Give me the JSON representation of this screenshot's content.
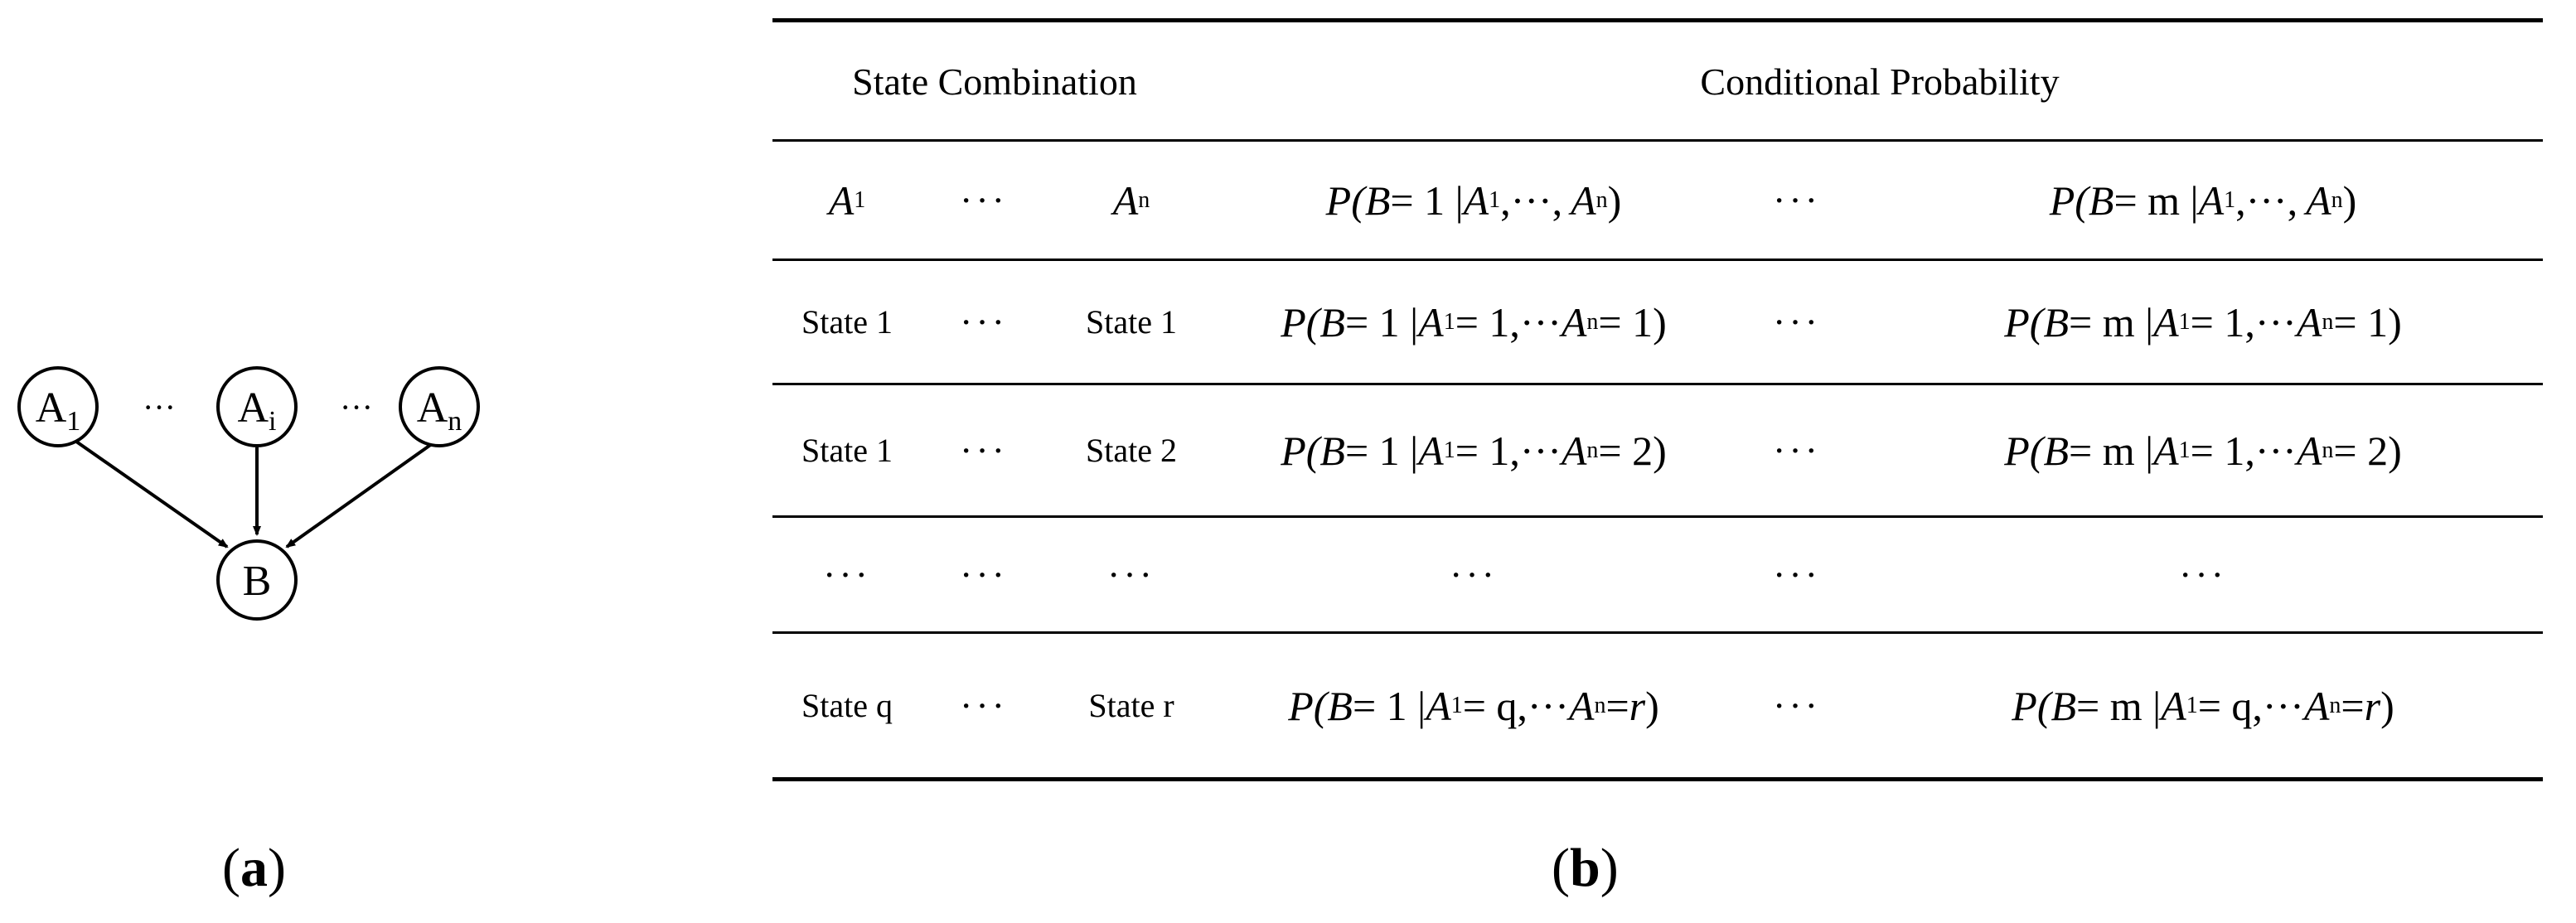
{
  "panel_a": {
    "caption": "a",
    "nodes": {
      "a1": {
        "letter": "A",
        "sub": "1"
      },
      "ai": {
        "letter": "A",
        "sub": "i"
      },
      "an": {
        "letter": "A",
        "sub": "n"
      },
      "b": {
        "letter": "B"
      }
    },
    "ellipsis": "···"
  },
  "panel_b": {
    "caption": "b",
    "header": {
      "state_combination": "State Combination",
      "conditional_probability": "Conditional Probability"
    },
    "ellipsis": "···",
    "var_row": {
      "c1": {
        "var": "A",
        "sub": "1"
      },
      "c3": {
        "var": "A",
        "sub": "n"
      },
      "p1": {
        "pre": "P(",
        "b": "B",
        "eq": " = 1 | ",
        "a1": "A",
        "s1": "1",
        "mid": ",···,",
        "an": "A",
        "sn": "n",
        "post": ")"
      },
      "pm": {
        "pre": "P(",
        "b": "B",
        "eq": " = m | ",
        "a1": "A",
        "s1": "1",
        "mid": ",···,",
        "an": "A",
        "sn": "n",
        "post": ")"
      }
    },
    "rows": [
      {
        "c1": "State 1",
        "c3": "State 1",
        "p1": {
          "pre": "P(",
          "b": "B",
          "eq": " = 1 | ",
          "a1": "A",
          "s1": "1",
          "v1": " = 1,··· ",
          "an": "A",
          "sn": "n",
          "vn": " = 1",
          "post": ")"
        },
        "pm": {
          "pre": "P(",
          "b": "B",
          "eq": " = m | ",
          "a1": "A",
          "s1": "1",
          "v1": " = 1,··· ",
          "an": "A",
          "sn": "n",
          "vn": " = 1",
          "post": ")"
        }
      },
      {
        "c1": "State 1",
        "c3": "State 2",
        "p1": {
          "pre": "P(",
          "b": "B",
          "eq": " = 1 | ",
          "a1": "A",
          "s1": "1",
          "v1": " = 1,··· ",
          "an": "A",
          "sn": "n",
          "vn": " = 2",
          "post": ")"
        },
        "pm": {
          "pre": "P(",
          "b": "B",
          "eq": " = m | ",
          "a1": "A",
          "s1": "1",
          "v1": " = 1,··· ",
          "an": "A",
          "sn": "n",
          "vn": " = 2",
          "post": ")"
        }
      },
      {
        "c1": "State q",
        "c3": "State r",
        "p1": {
          "pre": "P(",
          "b": "B",
          "eq": " = 1 | ",
          "a1": "A",
          "s1": "1",
          "v1": " = q,··· ",
          "an": "A",
          "sn": "n",
          "vn": " = ",
          "r": "r",
          "post": ")"
        },
        "pm": {
          "pre": "P(",
          "b": "B",
          "eq": " = m | ",
          "a1": "A",
          "s1": "1",
          "v1": " = q,··· ",
          "an": "A",
          "sn": "n",
          "vn": " = ",
          "r": "r",
          "post": ")"
        }
      }
    ]
  }
}
